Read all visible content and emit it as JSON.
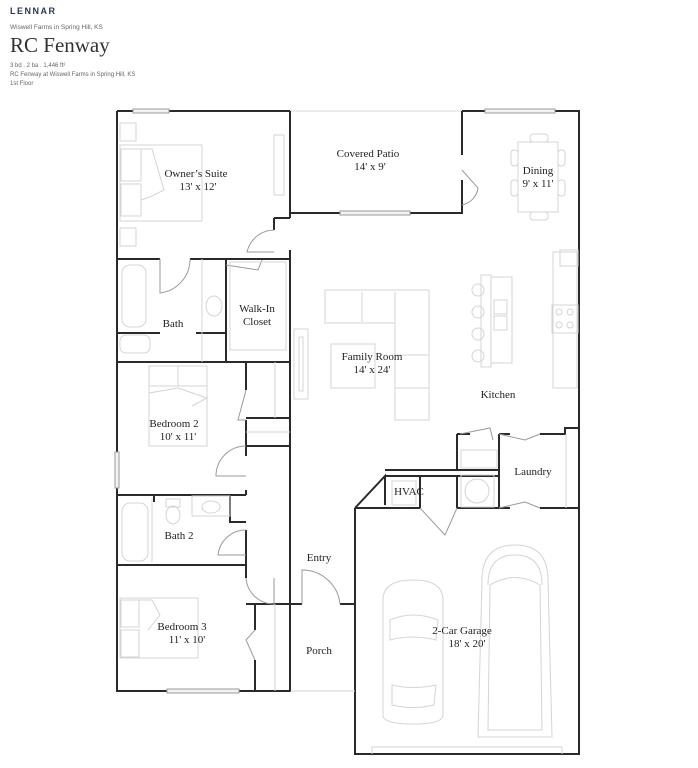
{
  "header": {
    "brand": "LENNAR",
    "community": "Wiswell Farms in Spring Hill, KS",
    "plan_name": "RC Fenway",
    "specs": "3 bd . 2 ba . 1,446 ft²",
    "subtitle": "RC Fenway at Wiswell Farms in Spring Hill, KS",
    "floor": "1st Floor"
  },
  "rooms": {
    "owners_suite": {
      "name": "Owner’s Suite",
      "size": "13' x 12'"
    },
    "covered_patio": {
      "name": "Covered Patio",
      "size": "14' x 9'"
    },
    "dining": {
      "name": "Dining",
      "size": "9' x 11'"
    },
    "bath": {
      "name": "Bath"
    },
    "walk_in_closet": {
      "name_line1": "Walk-In",
      "name_line2": "Closet"
    },
    "family_room": {
      "name": "Family Room",
      "size": "14' x 24'"
    },
    "kitchen": {
      "name": "Kitchen"
    },
    "bedroom2": {
      "name": "Bedroom 2",
      "size": "10' x 11'"
    },
    "hvac": {
      "name": "HVAC"
    },
    "laundry": {
      "name": "Laundry"
    },
    "bath2": {
      "name": "Bath 2"
    },
    "entry": {
      "name": "Entry"
    },
    "bedroom3": {
      "name": "Bedroom 3",
      "size": "11' x 10'"
    },
    "porch": {
      "name": "Porch"
    },
    "garage": {
      "name": "2-Car Garage",
      "size": "18' x 20'"
    }
  }
}
